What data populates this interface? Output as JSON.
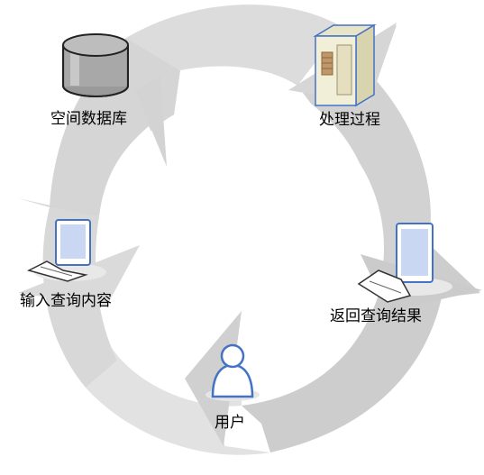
{
  "diagram": {
    "type": "cycle",
    "nodes": [
      {
        "id": "database",
        "label": "空间数据库",
        "icon": "database-icon"
      },
      {
        "id": "process",
        "label": "处理过程",
        "icon": "server-icon"
      },
      {
        "id": "return",
        "label": "返回查询结果",
        "icon": "computer-icon"
      },
      {
        "id": "user",
        "label": "用户",
        "icon": "user-icon"
      },
      {
        "id": "input",
        "label": "输入查询内容",
        "icon": "computer-icon"
      }
    ],
    "flow": [
      "database",
      "process",
      "return",
      "user",
      "input",
      "database"
    ],
    "colors": {
      "ring": "#d9d9d9",
      "ring_light": "#e6e6e6",
      "ring_dark": "#c8c8c8",
      "icon_stroke": "#4472c4",
      "monitor_screen": "#c9d7f2"
    }
  }
}
